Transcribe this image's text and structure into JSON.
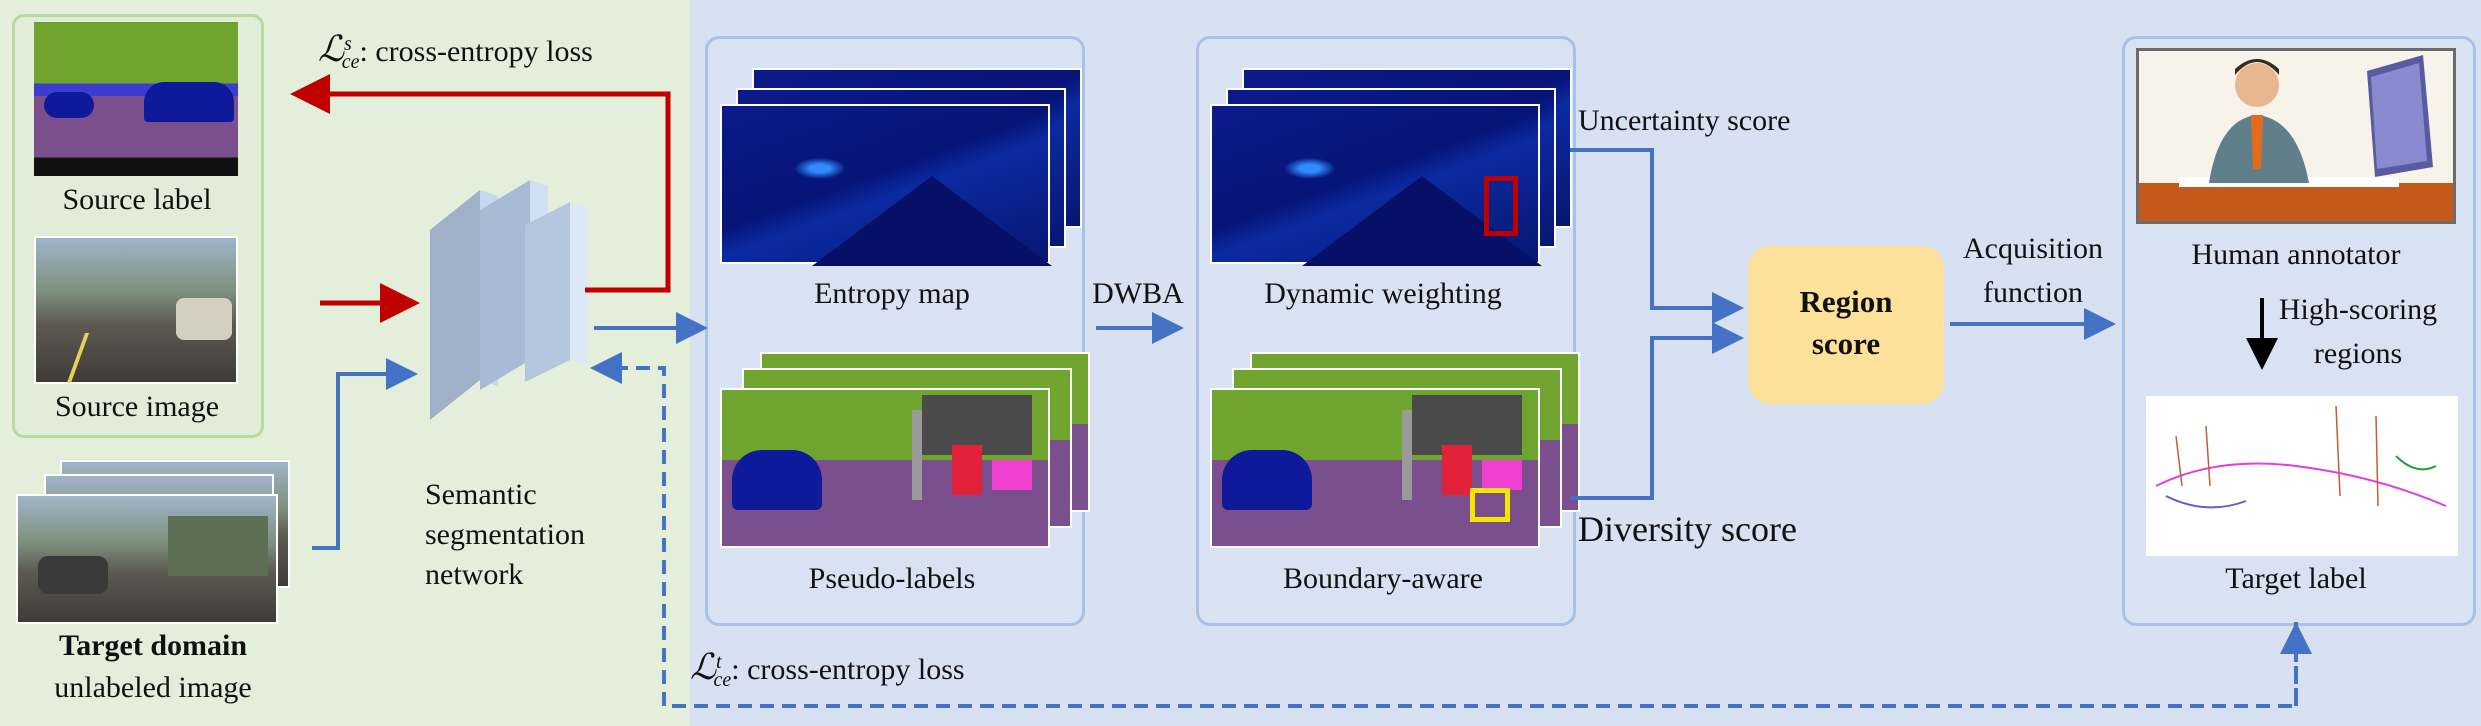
{
  "labels": {
    "source_loss_symbol": "ℒ",
    "source_loss_sup": "s",
    "source_loss_sub": "ce",
    "source_loss_text": ": cross-entropy loss",
    "source_label": "Source label",
    "source_image": "Source image",
    "target_domain": "Target domain",
    "unlabeled_image": "unlabeled image",
    "network_line1": "Semantic",
    "network_line2": "segmentation",
    "network_line3": "network",
    "entropy_map": "Entropy map",
    "pseudo_labels": "Pseudo-labels",
    "dwba": "DWBA",
    "dynamic_weighting": "Dynamic weighting",
    "boundary_aware": "Boundary-aware",
    "uncertainty_score": "Uncertainty score",
    "diversity_score": "Diversity score",
    "region_score_line1": "Region",
    "region_score_line2": "score",
    "acquisition_line1": "Acquisition",
    "acquisition_line2": "function",
    "human_annotator": "Human annotator",
    "high_scoring_line1": "High-scoring",
    "high_scoring_line2": "regions",
    "target_label": "Target label",
    "target_loss_symbol": "ℒ",
    "target_loss_sup": "t",
    "target_loss_sub": "ce",
    "target_loss_text": ": cross-entropy loss"
  },
  "colors": {
    "source_loss_arrow": "#c00000",
    "flow_arrow": "#4472c4",
    "annotator_arrow": "#000000",
    "uncertainty_box": "#c00000",
    "diversity_box": "#f5e600",
    "region_box": "#fde19a"
  }
}
